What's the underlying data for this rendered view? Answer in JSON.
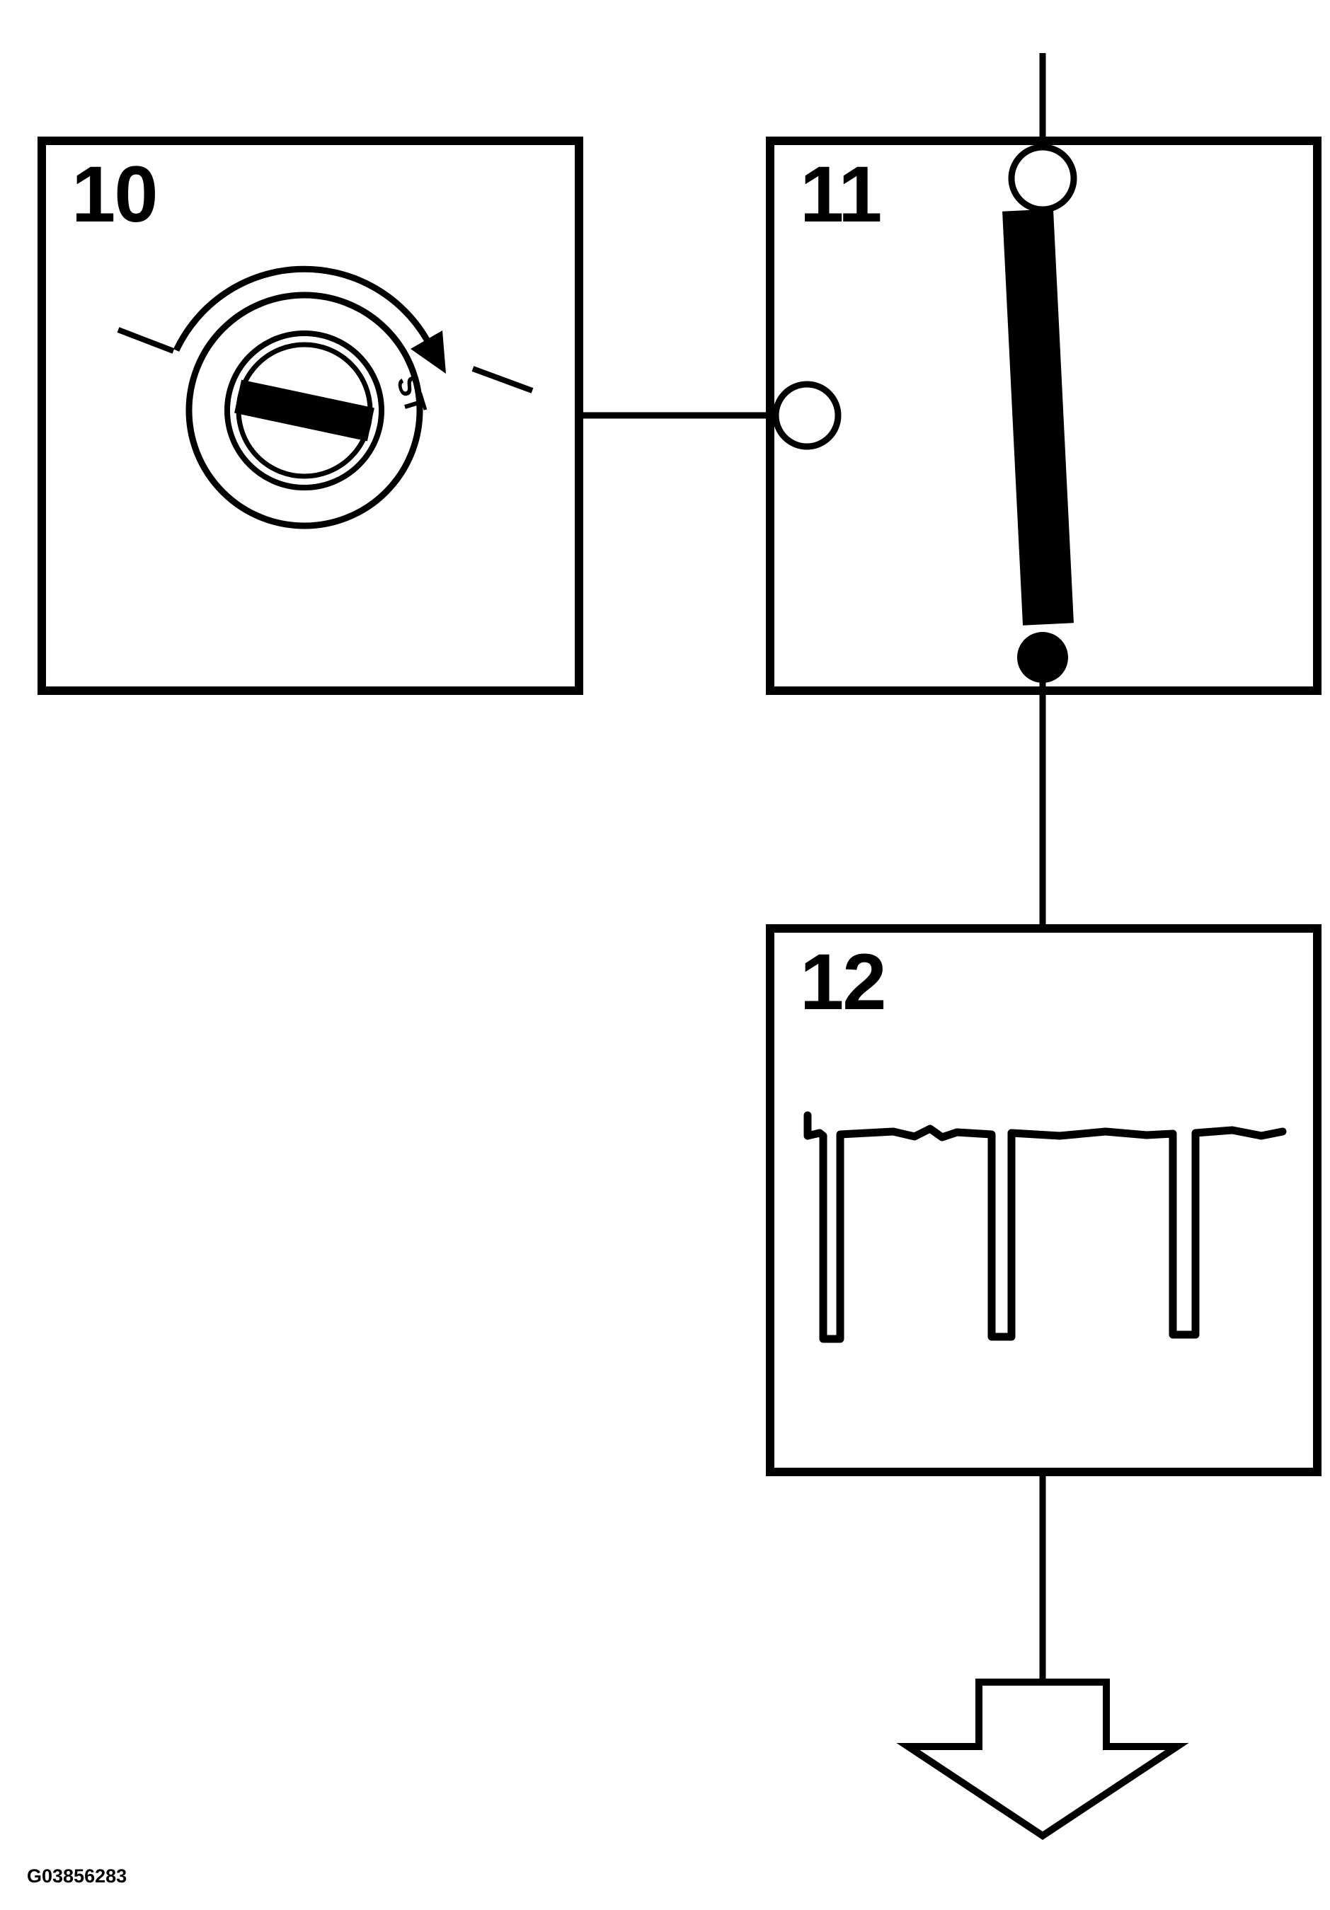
{
  "page": {
    "background": "#ffffff",
    "ink": "#000000",
    "figure_code": "G03856283"
  },
  "boxes": [
    {
      "label": "10",
      "icon": "ignition-switch-icon"
    },
    {
      "label": "11",
      "icon": "starter-switch-icon"
    },
    {
      "label": "12",
      "icon": "pulse-signal-icon"
    }
  ],
  "ignition": {
    "position_label": "ST"
  },
  "flow": {
    "arrow_icon": "down-arrow-icon"
  }
}
